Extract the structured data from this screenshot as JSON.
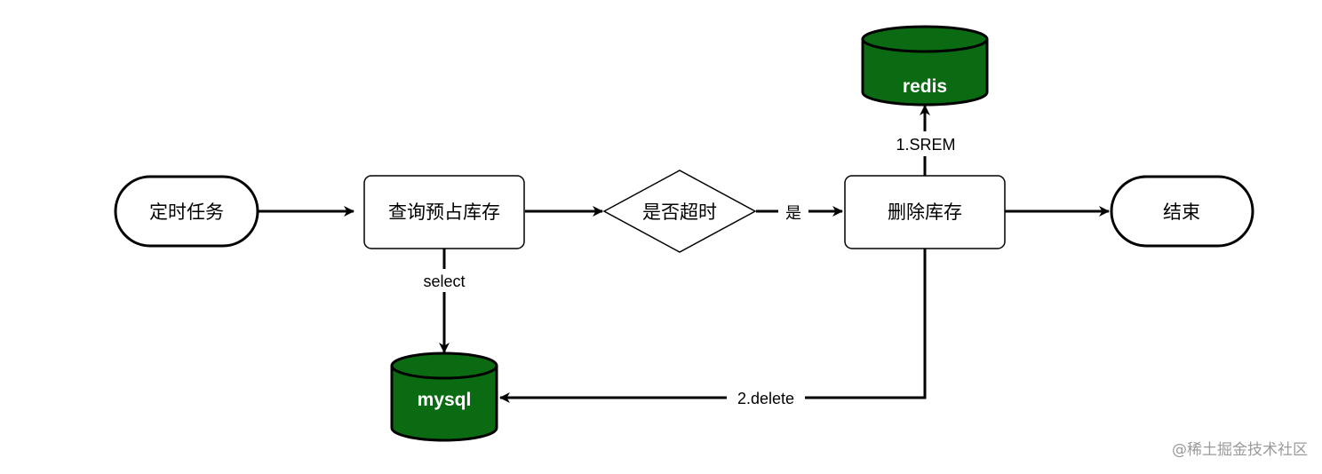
{
  "nodes": {
    "start": {
      "label": "定时任务",
      "shape": "terminator"
    },
    "query": {
      "label": "查询预占库存",
      "shape": "process"
    },
    "decision": {
      "label": "是否超时",
      "shape": "decision"
    },
    "delete_stock": {
      "label": "删除库存",
      "shape": "process"
    },
    "end": {
      "label": "结束",
      "shape": "terminator"
    },
    "redis": {
      "label": "redis",
      "shape": "database"
    },
    "mysql": {
      "label": "mysql",
      "shape": "database"
    }
  },
  "edges": {
    "start_to_query": {
      "label": ""
    },
    "query_to_decision": {
      "label": ""
    },
    "decision_to_delete": {
      "label": "是"
    },
    "delete_to_end": {
      "label": ""
    },
    "query_to_mysql": {
      "label": "select"
    },
    "delete_to_redis": {
      "label": "1.SREM"
    },
    "delete_to_mysql": {
      "label": "2.delete"
    }
  },
  "colors": {
    "db_fill": "#0b6b12",
    "db_stroke": "#000000",
    "node_fill": "#ffffff",
    "stroke": "#000000",
    "watermark": "#9a9a9a"
  },
  "watermark": "@稀土掘金技术社区"
}
